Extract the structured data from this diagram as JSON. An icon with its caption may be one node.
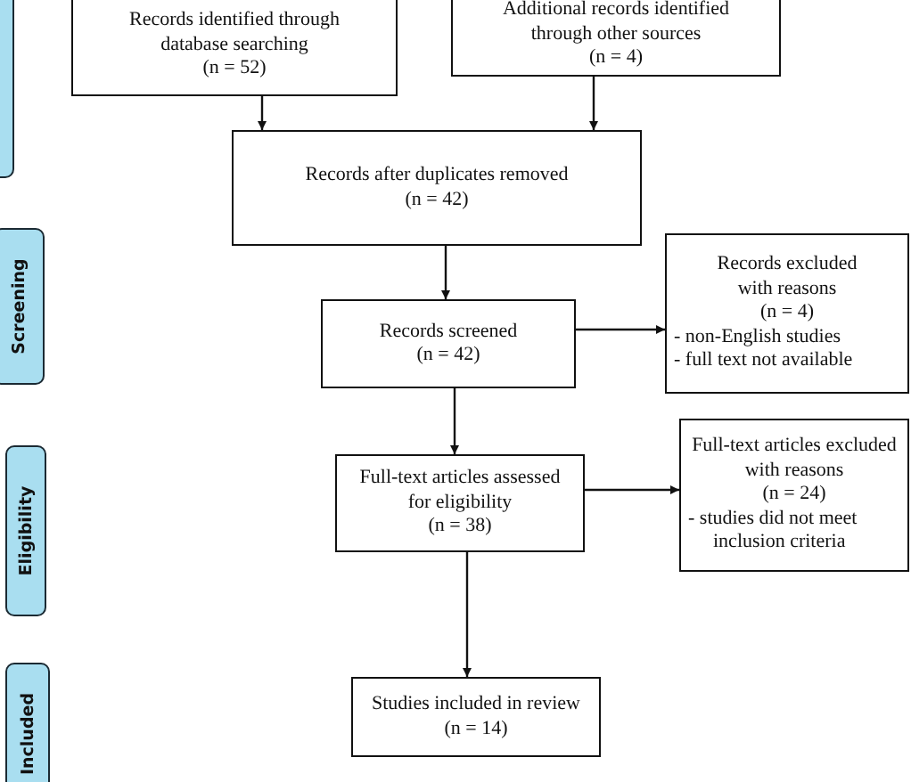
{
  "diagram": {
    "nodes": [
      {
        "text": [],
        "shape": "box"
      },
      {
        "text": [
          "Screening"
        ]
      },
      {
        "text": [
          "Eligibility"
        ]
      },
      {
        "text": [
          "Included"
        ]
      },
      {
        "text": [
          "Records identified through database searching",
          "(n = 52)"
        ]
      },
      {
        "text": [
          "Additional records identified through other sources",
          "(n = 4)"
        ]
      },
      {
        "text": [
          "Records after duplicates removed",
          "(n = 42)"
        ]
      },
      {
        "text": [
          "Records screened",
          "(n = 42)"
        ]
      },
      {
        "text": [
          "Records excluded with reasons",
          "(n = 4)",
          "- non-English studies",
          "- full text not available"
        ]
      },
      {
        "text": [
          "Full-text articles assessed for eligibility",
          "(n = 38)"
        ]
      },
      {
        "text": [
          "Full-text articles excluded with reasons",
          "(n = 24)",
          "- studies did not meet inclusion criteria"
        ]
      },
      {
        "text": [
          "Studies included in review",
          "(n = 14)"
        ]
      }
    ],
    "edges": [
      {
        "from": 4,
        "to": 6,
        "arrow": "to"
      },
      {
        "from": 5,
        "to": 6,
        "arrow": "to"
      },
      {
        "from": 6,
        "to": 7,
        "arrow": "to"
      },
      {
        "from": 7,
        "to": 8,
        "arrow": "to"
      },
      {
        "from": 7,
        "to": 9,
        "arrow": "to"
      },
      {
        "from": 9,
        "to": 10,
        "arrow": "to"
      },
      {
        "from": 9,
        "to": 11,
        "arrow": "to"
      }
    ]
  }
}
